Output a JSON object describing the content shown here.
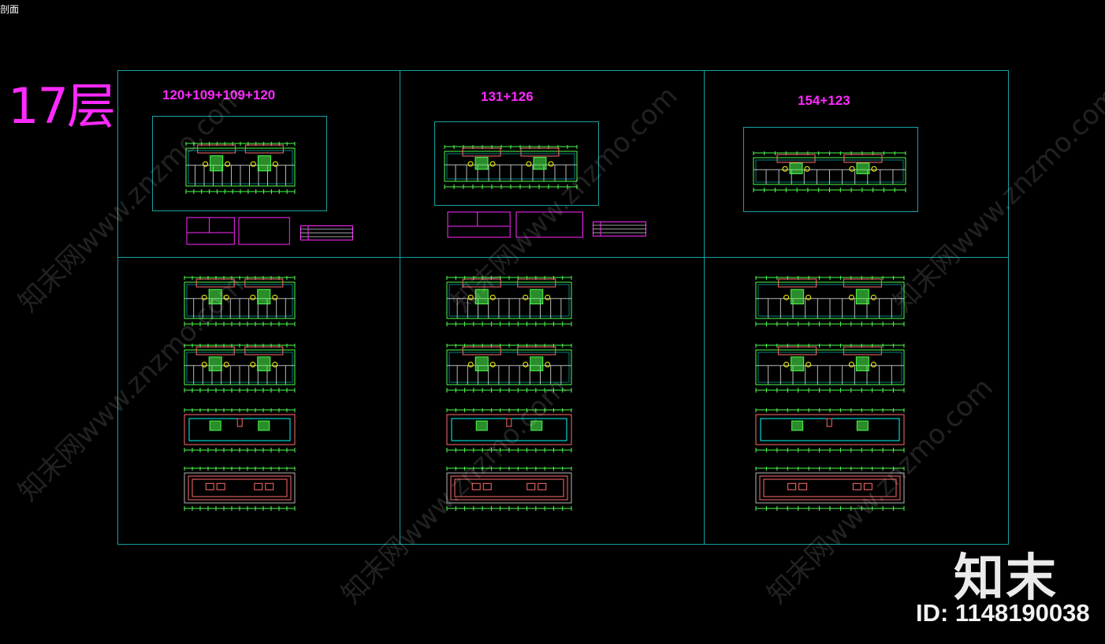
{
  "tab": {
    "label": "剖面"
  },
  "floor_label": "17层",
  "panels": [
    {
      "title": "120+109+109+120"
    },
    {
      "title": "131+126"
    },
    {
      "title": "154+123"
    }
  ],
  "watermark": {
    "text": "知末网www.znzmo.com"
  },
  "brand": {
    "logo": "知末",
    "id": "ID: 1148190038"
  },
  "colors": {
    "background": "#000000",
    "frame": "#17a1a1",
    "title": "#ff2aff",
    "wall": "#4cff4c",
    "accent_red": "#ff6b6b",
    "accent_cyan": "#00ffff",
    "accent_yellow": "#ffff00"
  }
}
